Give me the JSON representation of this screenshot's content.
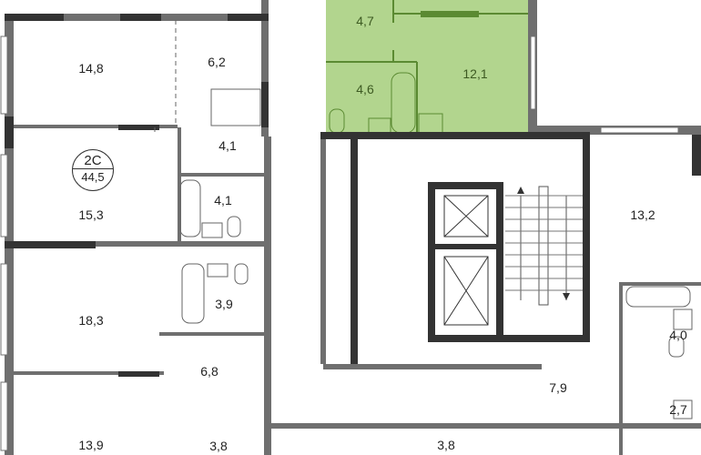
{
  "plan": {
    "highlight_color": "#b2d58e",
    "wall_color": "#6f6f6f",
    "core_wall_color": "#333333",
    "apartment": {
      "type": "2С",
      "total_area": "44,5"
    },
    "rooms": [
      {
        "id": "r1",
        "area": "14,8"
      },
      {
        "id": "r2",
        "area": "6,2"
      },
      {
        "id": "r3",
        "area": "4,1"
      },
      {
        "id": "r4",
        "area": "15,3"
      },
      {
        "id": "r5",
        "area": "4,1"
      },
      {
        "id": "r6",
        "area": "18,3"
      },
      {
        "id": "r7",
        "area": "3,9"
      },
      {
        "id": "r8",
        "area": "6,8"
      },
      {
        "id": "r9",
        "area": "13,9"
      },
      {
        "id": "r10",
        "area": "3,8"
      },
      {
        "id": "r11",
        "area": "4,7"
      },
      {
        "id": "r12",
        "area": "4,6"
      },
      {
        "id": "r13",
        "area": "12,1"
      },
      {
        "id": "r14",
        "area": "13,2"
      },
      {
        "id": "r15",
        "area": "4,0"
      },
      {
        "id": "r16",
        "area": "7,9"
      },
      {
        "id": "r17",
        "area": "2,7"
      },
      {
        "id": "r18",
        "area": "3,8"
      }
    ]
  }
}
